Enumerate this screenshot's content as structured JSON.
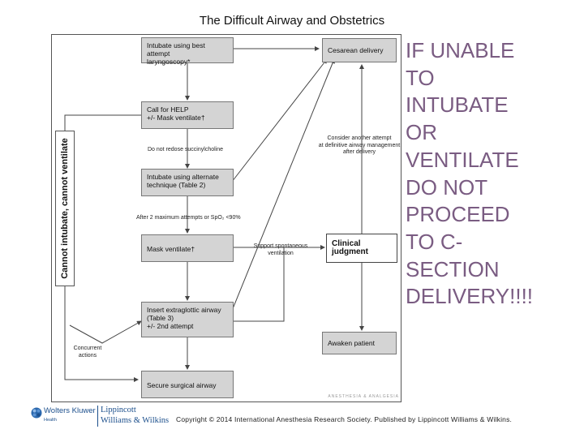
{
  "slide": {
    "title": "The Difficult Airway and Obstetrics",
    "warning": "IF UNABLE\nTO\nINTUBATE\nOR\nVENTILATE\nDO NOT\nPROCEED\nTO C-\nSECTION\nDELIVERY!!!!",
    "warning_color": "#7a5c82"
  },
  "flowchart": {
    "boxes": {
      "intubate_best": [
        "Intubate using best attempt",
        "laryngoscopy*"
      ],
      "call_help": [
        "Call for HELP",
        "+/- Mask ventilate†"
      ],
      "intubate_alternate": [
        "Intubate using alternate",
        "technique (Table 2)"
      ],
      "mask_ventilate": "Mask ventilate†",
      "extraglottic": [
        "Insert extraglottic airway",
        "(Table 3)",
        "+/- 2nd attempt"
      ],
      "surgical_airway": "Secure surgical airway",
      "cesarean": "Cesarean delivery",
      "clinical_judgment": "Clinical judgment",
      "awaken": "Awaken patient"
    },
    "notes": {
      "succinylcholine": "Do not redose succinylcholine",
      "max_attempts": "After 2 maximum attempts or SpO₂ <90%",
      "consider_another": [
        "Consider another attempt",
        "at definitive airway management",
        "after delivery"
      ],
      "support_spontaneous": [
        "Support spontaneous",
        "ventilation"
      ],
      "concurrent": [
        "Concurrent",
        "actions"
      ]
    },
    "side_label": "Cannot intubate, cannot ventilate",
    "watermark": "ANESTHESIA & ANALGESIA"
  },
  "footer": {
    "publisher": "Wolters Kluwer",
    "publisher_sub": "Health",
    "imprint_line1": "Lippincott",
    "imprint_line2": "Williams & Wilkins",
    "copyright": "Copyright © 2014 International Anesthesia Research Society. Published by Lippincott Williams & Wilkins."
  }
}
